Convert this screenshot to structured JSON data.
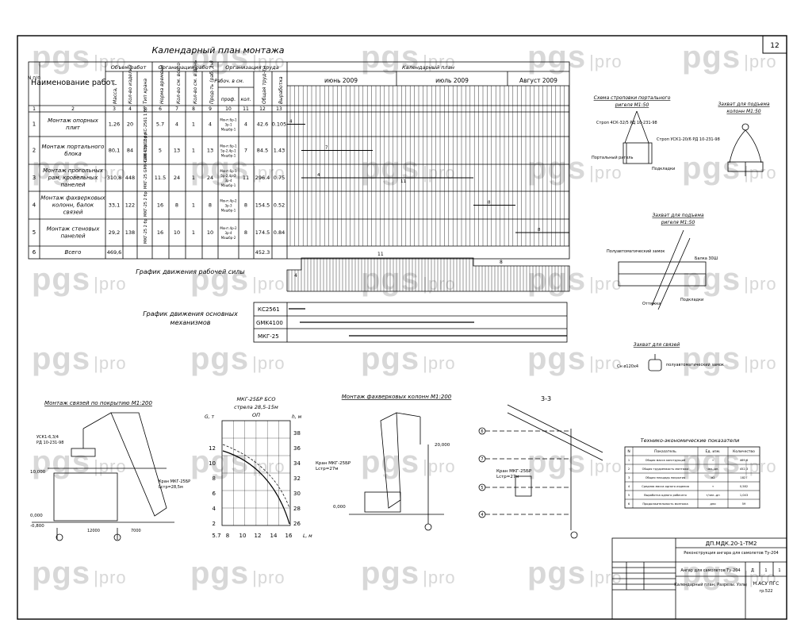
{
  "sheet": {
    "number": "12"
  },
  "watermark": {
    "main": "pgs",
    "sub": "pro"
  },
  "title": "Календарный план монтажа",
  "table": {
    "col_num": "N п/п",
    "col_name": "Наименование работ",
    "g_volume": "Объем работ",
    "g_org": "Организация работ",
    "g_labor": "Организация труда",
    "g_cal": "Календарный план",
    "h_mass": "Масса, т",
    "h_count": "Кол-во изделий",
    "h_crane": "Тип крана",
    "h_norm": "Норма времени",
    "h_cnt_all": "Кол-во см. всего",
    "h_cnt_day": "Кол-во см. в день",
    "h_dur": "Прод-ть (раб. дн)",
    "h_crew": "Рабоч. в см.",
    "h_prof": "проф.",
    "h_qty": "кол.",
    "h_total": "Общая труд-ть",
    "h_out": "Выработка",
    "month1": "июнь 2009",
    "month2": "июль 2009",
    "month3": "Август 2009",
    "col_nums": [
      "1",
      "2",
      "3",
      "4",
      "5",
      "6",
      "7",
      "8",
      "9",
      "10",
      "11",
      "12",
      "13"
    ],
    "rows": [
      {
        "n": "1",
        "name": "Монтаж опорных плит",
        "mass": "1,26",
        "count": "20",
        "crane": "КС-2561 1 бр",
        "norm": "5.7",
        "c1": "4",
        "c2": "1",
        "dur": "4",
        "prof": "Монт.6р-1 3р-1 Машбр-1",
        "qty": "4",
        "total": "42.6",
        "out": "0.105",
        "bar": "4"
      },
      {
        "n": "2",
        "name": "Монтаж портального блока",
        "mass": "80,1",
        "count": "84",
        "crane": "GMK4100 1 бр",
        "norm": "5",
        "c1": "13",
        "c2": "1",
        "dur": "13",
        "prof": "Монт.6р-1 5р-2,4р-1 Машбр-1",
        "qty": "7",
        "total": "84.5",
        "out": "1.43",
        "bar": "7"
      },
      {
        "n": "3",
        "name": "Монтаж прогольных рам, кровельных панелей",
        "mass": "310,8",
        "count": "448",
        "crane": "МКГ-25 GMK4100 1бр 1бр",
        "norm": "11.5",
        "c1": "24",
        "c2": "1",
        "dur": "24",
        "prof": "Монт.6р-1 5р-2,4р-2 3р-4 Машбр-1",
        "qty": "11",
        "total": "296.4",
        "out": "0.75",
        "bar": "4",
        "bar2": "11"
      },
      {
        "n": "4",
        "name": "Монтаж фахверковых колонн, балок связей",
        "mass": "33,1",
        "count": "122",
        "crane": "МКГ-25 2 бр",
        "norm": "16",
        "c1": "8",
        "c2": "1",
        "dur": "8",
        "prof": "Монт.4р-2 3р-3 Машбр-1",
        "qty": "8",
        "total": "154.5",
        "out": "0.52",
        "bar": "8"
      },
      {
        "n": "5",
        "name": "Монтаж стеновых панелей",
        "mass": "29,2",
        "count": "138",
        "crane": "МКГ-25 2 бр",
        "norm": "16",
        "c1": "10",
        "c2": "1",
        "dur": "10",
        "prof": "Монт.4р-2 3р-4 Машбр-2",
        "qty": "8",
        "total": "174.5",
        "out": "0.84",
        "bar": "8"
      },
      {
        "n": "6",
        "name": "Всего",
        "mass": "469,6",
        "total": "452.3"
      }
    ]
  },
  "labor_graph": {
    "title": "График движения рабочей силы",
    "v1": "4",
    "v2": "11",
    "v3": "8"
  },
  "mech_graph": {
    "title": "График движения основных механизмов",
    "m1": "КС2561",
    "m2": "GMK4100",
    "m3": "МКГ-25"
  },
  "right_details": {
    "d1_title": "Схема строповки портального ригеля М1:50",
    "d1_a": "Строп 4СК-32/5 РД 10-231-98",
    "d1_b": "Строп УСК1-20/6 РД 10-231-98",
    "d1_c": "Портальный ригель",
    "d1_d": "Подкладки",
    "d2_title": "Захват для подъема колонн М1:50",
    "d3_title": "Захват для подъема ригеля М1:50",
    "d3_a": "Полуавтоматический замок",
    "d3_b": "Балка 30Ш",
    "d3_c": "Оттяжка",
    "d3_d": "Подкладки",
    "d4_title": "Захват для связей",
    "d4_a": "Сн ø120х4",
    "d4_b": "полуавтоматический замок"
  },
  "bottom": {
    "b1_title": "Монтаж связей по покрытию М1:200",
    "b1_a": "УСК1-6,3/4 РД 10-231-98",
    "b1_b": "Кран МКГ-25БР Lстр=28,5м",
    "b1_lvl1": "10,000",
    "b1_lvl2": "0,000",
    "b1_lvl3": "-0,800",
    "b1_dim1": "12000",
    "b1_dim2": "7000",
    "b2_title1": "МКГ-25БР БСО",
    "b2_title2": "стрела 28,5-15м",
    "b2_title3": "ОП",
    "b2_ylab": "G, т",
    "b2_ylab2": "h, м",
    "b2_xlab": "L, м",
    "b2_yticks": [
      "12",
      "10",
      "8",
      "6",
      "4",
      "2"
    ],
    "b2_y2ticks": [
      "38",
      "36",
      "34",
      "32",
      "30",
      "28",
      "26"
    ],
    "b2_xticks": [
      "5.7",
      "8",
      "10",
      "12",
      "14",
      "16"
    ],
    "b3_title": "Монтаж фахверковых колонн М1:200",
    "b3_a": "Кран МКГ-25БР Lстр=27м",
    "b3_lvl1": "20,000",
    "b3_lvl2": "0,000",
    "b4_title": "3-3",
    "b4_a": "Кран МКГ-25БР Lстр=27м",
    "b4_axes": [
      "6",
      "7",
      "5",
      "4"
    ]
  },
  "tep": {
    "title": "Технико-экономические показатели",
    "headers": [
      "N",
      "Показатель",
      "Ед. изм.",
      "Количество"
    ],
    "rows": [
      [
        "1",
        "Общая масса конструкций",
        "т",
        "469,6"
      ],
      [
        "2",
        "Общая трудоемкость монтажа",
        "чел.-дн.",
        "452,3"
      ],
      [
        "3",
        "Общая площадь покрытия",
        "м2",
        "1827"
      ],
      [
        "4",
        "Средняя масса одного изделия",
        "т",
        "0,582"
      ],
      [
        "5",
        "Выработка одного рабочего",
        "т/чел.-дн",
        "1,043"
      ],
      [
        "6",
        "Продолжительность монтажа",
        "дни",
        "59"
      ]
    ]
  },
  "stamp": {
    "code": "ДП.МДК.20-1-ТМ2",
    "project": "Реконструкция ангара для самолетов Ту-204",
    "sheet_name": "Ангар для самолетов Ту-204",
    "content": "Календарный план. Разрезы. Узлы",
    "stage": "Д",
    "sheet": "1",
    "sheets": "1",
    "org": "Н.АСУ ПГС",
    "group": "гр.522"
  }
}
